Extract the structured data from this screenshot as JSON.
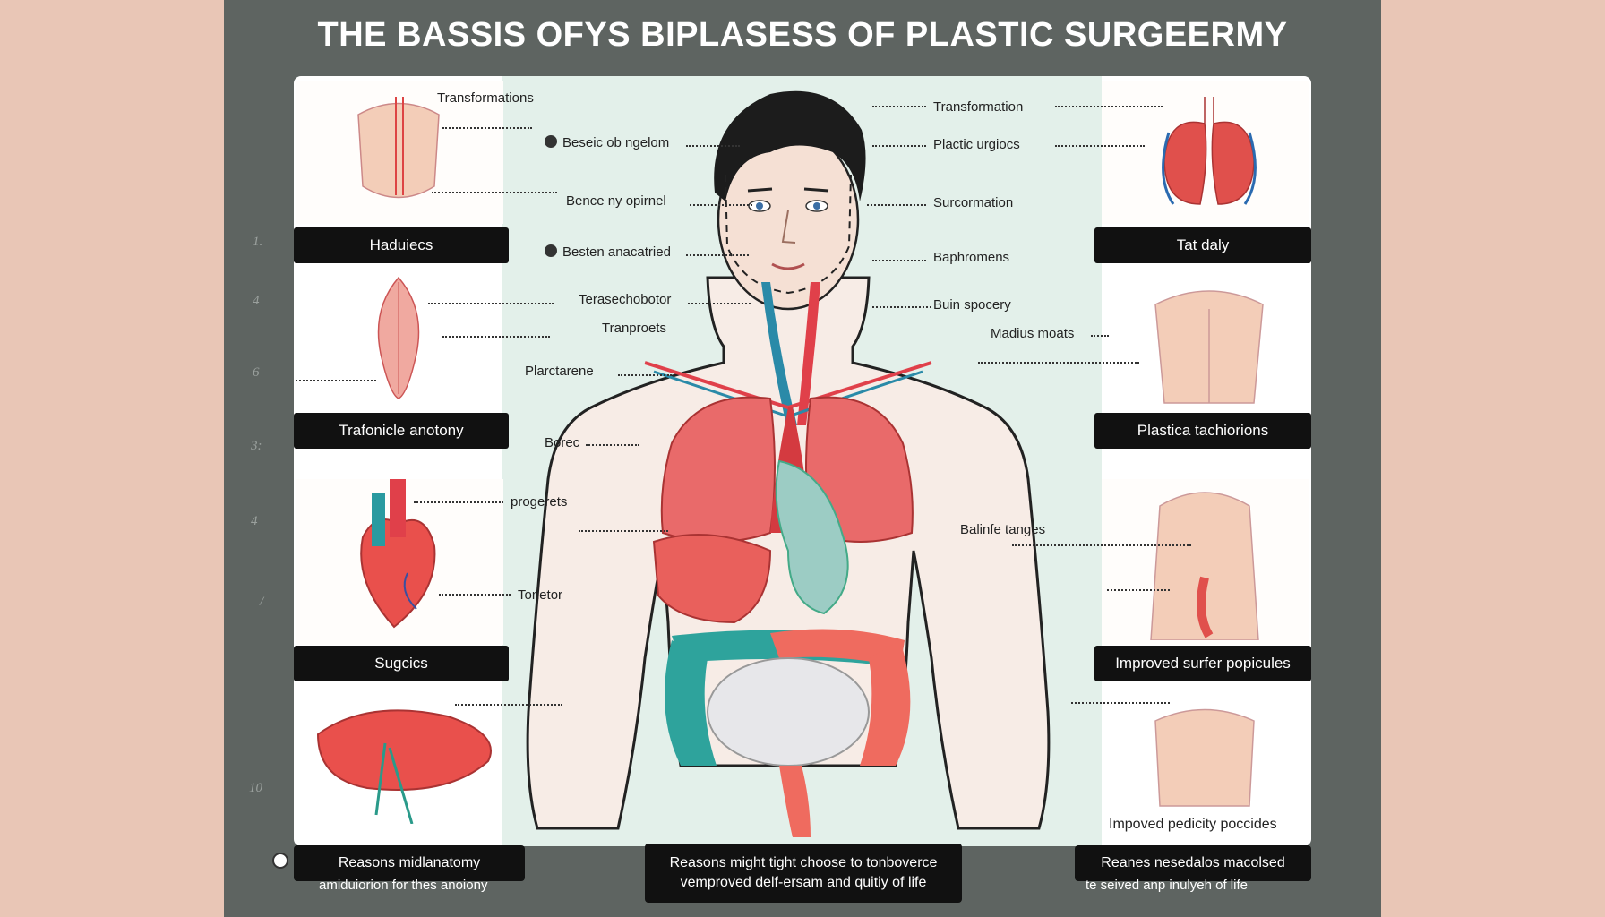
{
  "title": "THE  BASSIS OFYS BIPLASESS OF PLASTIC SURGEERMY",
  "margin_numbers": [
    "1.",
    "4",
    "6",
    "3:",
    "4",
    "/",
    "10"
  ],
  "left_labels": [
    "Haduiecs",
    "Trafonicle anotony",
    "Sugcics"
  ],
  "right_labels": [
    "Tat daly",
    "Plastica tachiorions",
    "Improved surfer popicules",
    "Impoved pedicity poccides"
  ],
  "left_callouts": [
    "Transformations",
    "Beseic ob ngelom",
    "Bence ny opirnel",
    "Besten anacatried",
    "Terasechobotor",
    "Tranproets",
    "Plarctarene",
    "Borec",
    "progerets",
    "Tonetor"
  ],
  "right_callouts": [
    "Transformation",
    "Plactic urgiocs",
    "Surcormation",
    "Baphromens",
    "Buin spocery",
    "Madius moats",
    "Balinfe tanges"
  ],
  "bottom_boxes": [
    {
      "line1": "Reasons midlanatomy",
      "line2": "amiduiorion for thes anoiony"
    },
    {
      "line1": "Reasons might tight choose to tonboverce",
      "line2": "vemproved  delf-ersam and quitiy of life"
    },
    {
      "line1": "Reanes nesedalos macolsed",
      "line2": "te seived anp inulyeh of life"
    }
  ],
  "colors": {
    "frame": "#5e6461",
    "background": "#e9c6b6",
    "mint": "#e3f0ea",
    "artery": "#e0404a",
    "vein": "#2a8aa8",
    "skin": "#f7e6dc",
    "hair": "#1c1c1c"
  }
}
